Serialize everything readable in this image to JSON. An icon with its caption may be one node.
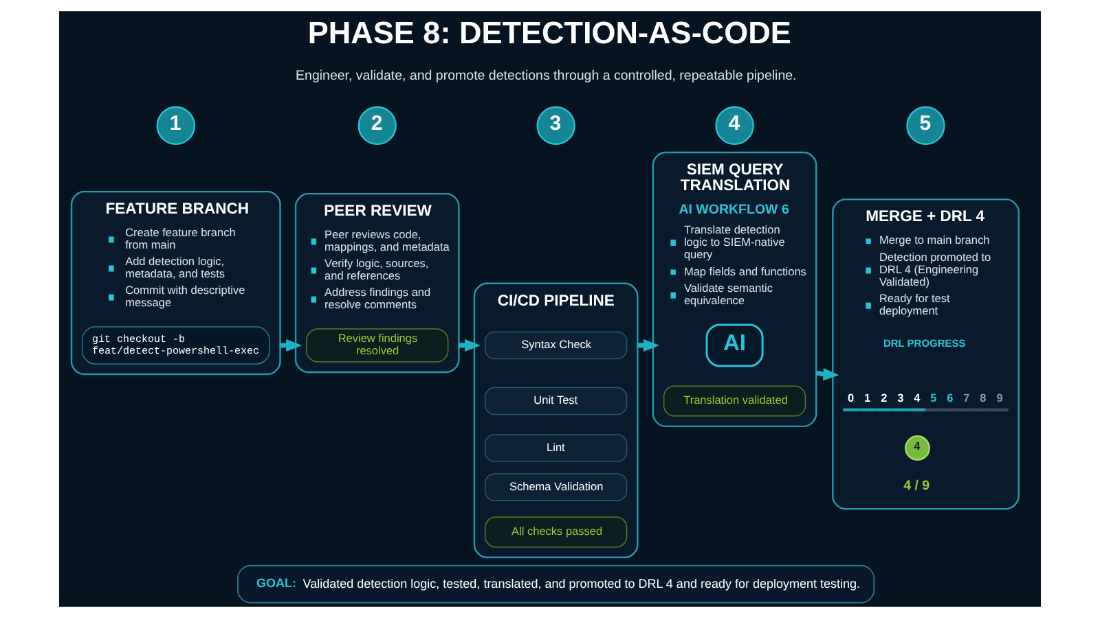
{
  "diagram": {
    "title": "PHASE 8: DETECTION-AS-CODE",
    "nodes": [
      {
        "text": [
          "1"
        ]
      },
      {
        "text": [
          "FEATURE BRANCH",
          "Create feature branch from main",
          "Add detection logic, metadata, and tests",
          "Commit with descriptive message"
        ]
      },
      {
        "text": [
          "git checkout -b feat/detect-powershell-exec"
        ],
        "in": 1
      },
      {
        "text": [
          "2"
        ]
      },
      {
        "text": [
          "PEER REVIEW",
          "Peer reviews code, mappings, and metadata",
          "Verify logic, sources, and references",
          "Address findings and resolve comments"
        ]
      },
      {
        "text": [
          "Review findings resolved"
        ],
        "in": 4
      },
      {
        "text": [
          "3"
        ]
      },
      {
        "text": [
          "CI/CD PIPELINE"
        ]
      },
      {
        "text": [
          "Syntax Check"
        ],
        "in": 7
      },
      {
        "text": [
          "Unit Test"
        ],
        "in": 7
      },
      {
        "text": [
          "Lint"
        ],
        "in": 7
      },
      {
        "text": [
          "Schema Validation"
        ],
        "in": 7
      },
      {
        "text": [
          "All checks passed"
        ],
        "in": 7
      },
      {
        "text": [
          "4"
        ]
      },
      {
        "text": [
          "SIEM QUERY TRANSLATION",
          "AI WORKFLOW 6",
          "Translate detection logic to SIEM-native query",
          "Map fields and functions",
          "Validate semantic equivalence"
        ]
      },
      {
        "text": [
          "AI"
        ],
        "in": 14
      },
      {
        "text": [
          "Translation validated"
        ],
        "in": 14
      },
      {
        "text": [
          "5"
        ]
      },
      {
        "text": [
          "MERGE + DRL 4",
          "Merge to main branch",
          "Detection promoted to DRL 4 (Engineering Validated)",
          "Ready for test deployment"
        ]
      },
      {
        "text": [
          "4"
        ],
        "in": 18
      },
      {
        "text": [
          "GOAL:",
          "Validated detection logic, tested, translated, and promoted to DRL 4 and ready for deployment testing."
        ]
      }
    ],
    "edges": [
      {
        "from": 1,
        "to": 4,
        "arrow": "to"
      },
      {
        "from": 4,
        "to": 7,
        "arrow": "to"
      },
      {
        "from": 7,
        "to": 14,
        "arrow": "to"
      },
      {
        "from": 14,
        "to": 18,
        "arrow": "to"
      }
    ],
    "labels": [
      "Engineer, validate, and promote detections through a controlled, repeatable pipeline.",
      "DRL PROGRESS",
      "0",
      "1",
      "2",
      "3",
      "4",
      "5",
      "6",
      "7",
      "8",
      "9",
      "4 / 9"
    ]
  }
}
